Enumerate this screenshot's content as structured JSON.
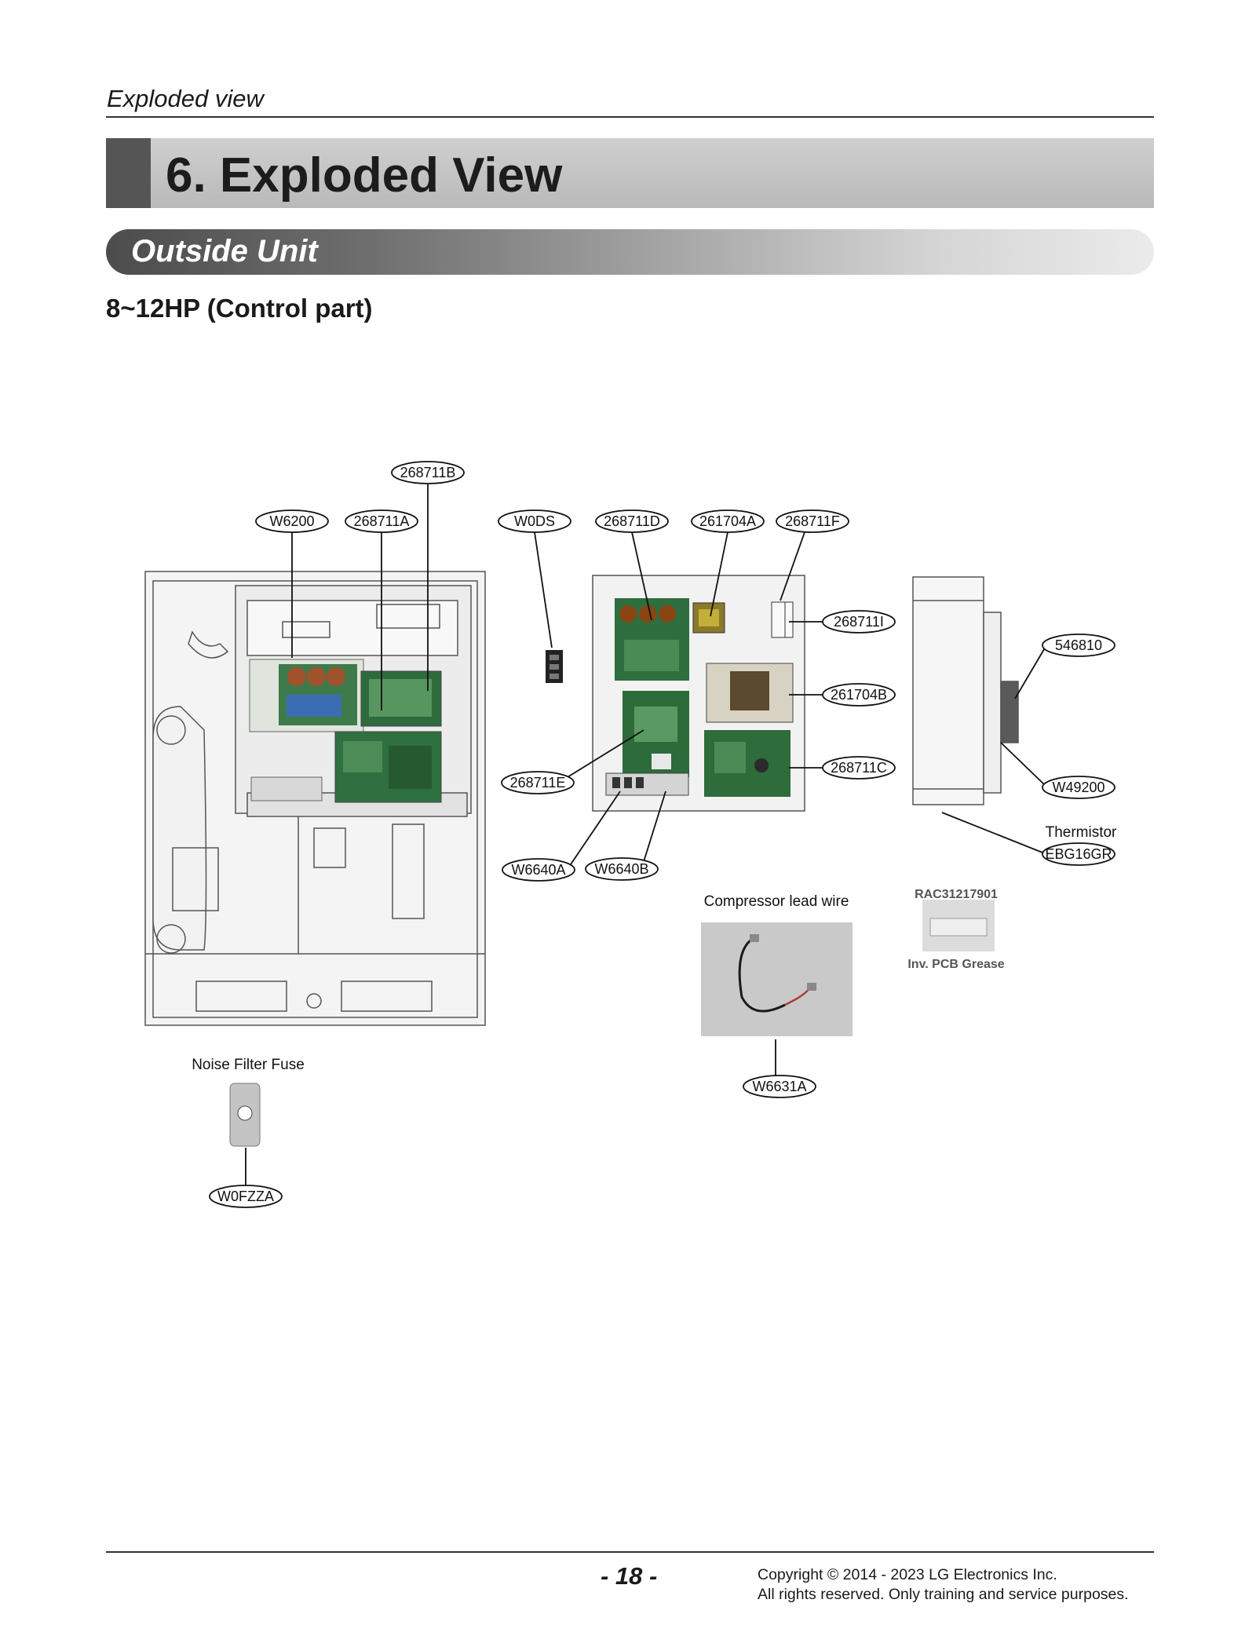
{
  "header": {
    "running_title": "Exploded view"
  },
  "title": {
    "chapter": "6. Exploded View"
  },
  "subtitle": {
    "text": "Outside Unit"
  },
  "section": {
    "heading": "8~12HP (Control part)"
  },
  "callouts": {
    "c268711B": "268711B",
    "W6200": "W6200",
    "c268711A": "268711A",
    "W0DS": "W0DS",
    "c268711D": "268711D",
    "c261704A": "261704A",
    "c268711F": "268711F",
    "c268711I": "268711I",
    "c546810": "546810",
    "c261704B": "261704B",
    "c268711E": "268711E",
    "c268711C": "268711C",
    "W49200": "W49200",
    "EBG16GR": "EBG16GR",
    "W6640A": "W6640A",
    "W6640B": "W6640B",
    "W6631A": "W6631A",
    "W0FZZA": "W0FZZA"
  },
  "captions": {
    "thermistor": "Thermistor",
    "compressor_lead_wire": "Compressor lead wire",
    "grease_part": "RAC31217901",
    "grease_name": "Inv. PCB Grease",
    "noise_filter_fuse": "Noise Filter Fuse"
  },
  "footer": {
    "page_number": "- 18 -",
    "copyright_line1": "Copyright © 2014 - 2023 LG Electronics Inc.",
    "copyright_line2": "All rights reserved. Only training and service purposes."
  }
}
